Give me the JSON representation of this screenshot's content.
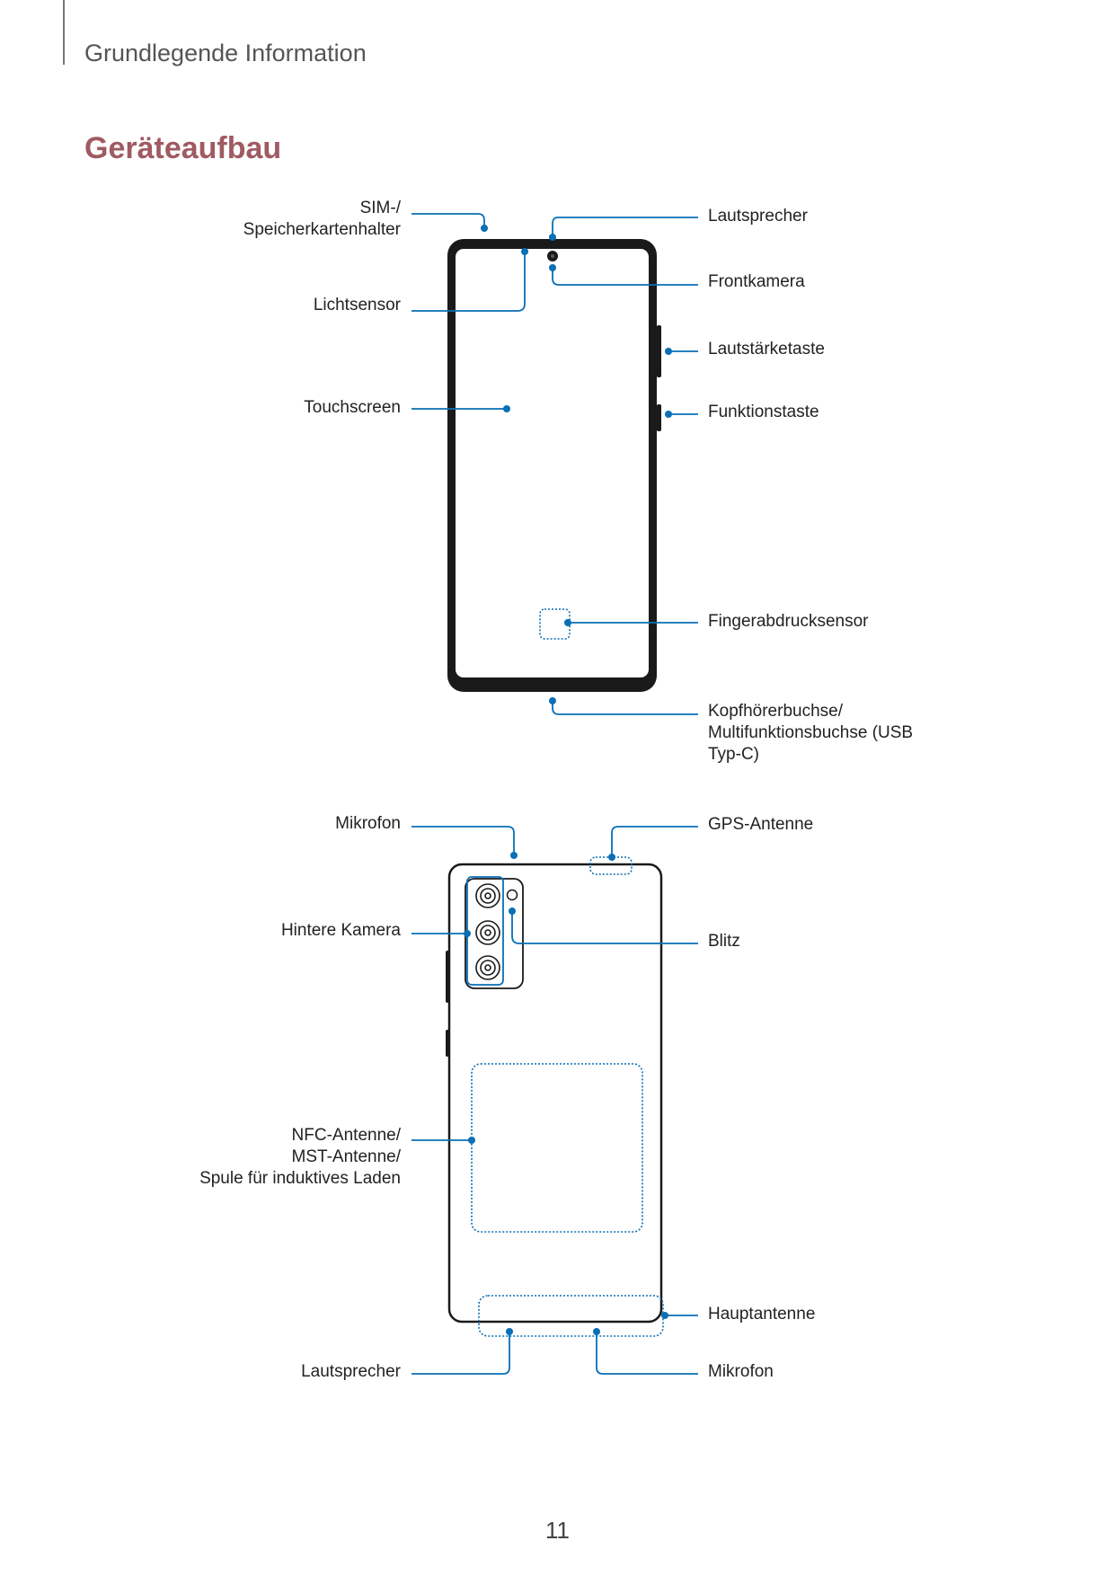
{
  "header": {
    "section_title": "Grundlegende Information"
  },
  "page": {
    "heading": "Geräteaufbau",
    "number": "11"
  },
  "front_labels": {
    "sim": [
      "SIM-/",
      "Speicherkartenhalter"
    ],
    "light_sensor": "Lichtsensor",
    "touchscreen": "Touchscreen",
    "speaker": "Lautsprecher",
    "front_camera": "Frontkamera",
    "volume_key": "Lautstärketaste",
    "function_key": "Funktionstaste",
    "fingerprint": "Fingerabdrucksensor",
    "headset_jack": [
      "Kopfhörerbuchse/",
      "Multifunktionsbuchse (USB",
      "Typ-C)"
    ]
  },
  "back_labels": {
    "microphone_top": "Mikrofon",
    "rear_camera": "Hintere Kamera",
    "nfc": [
      "NFC-Antenne/",
      "MST-Antenne/",
      "Spule für induktives Laden"
    ],
    "speaker_bottom": "Lautsprecher",
    "gps": "GPS-Antenne",
    "flash": "Blitz",
    "main_antenna": "Hauptantenne",
    "microphone_bottom": "Mikrofon"
  },
  "colors": {
    "callout": "#0a6fb5",
    "heading": "#a05a62",
    "device": "#1a1a1a"
  }
}
